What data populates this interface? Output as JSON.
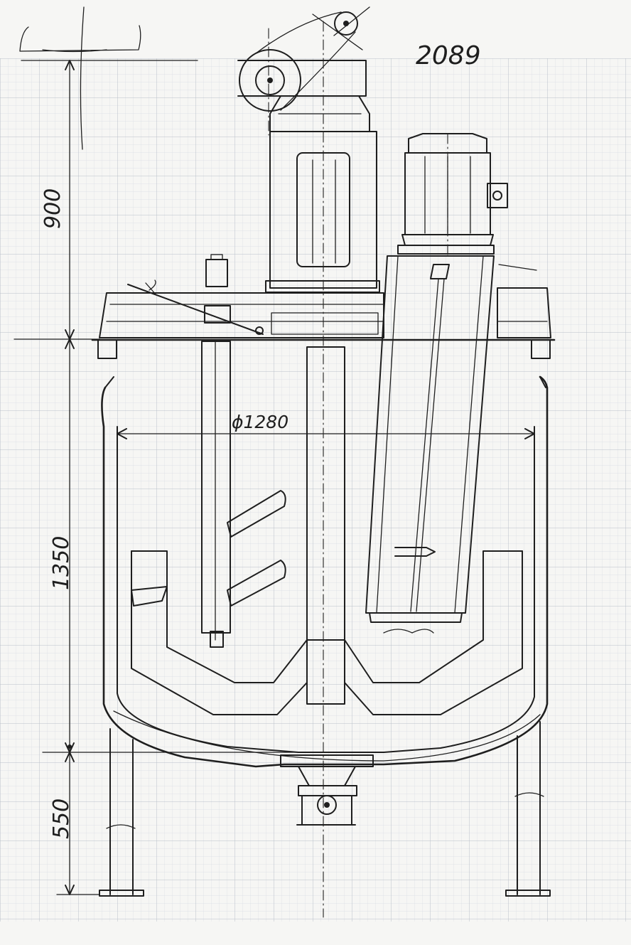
{
  "drawing": {
    "sheet_number": "2089",
    "dimensions": {
      "height_top": "900",
      "height_vessel": "1350",
      "height_legs": "550",
      "diameter": "ϕ1280"
    },
    "side_motor_note": "ϕ"
  },
  "colors": {
    "paper": "#f6f6f4",
    "grid_minor": "#d9dde3",
    "grid_major": "#b9c0ca",
    "ink": "#1e1e1e"
  }
}
